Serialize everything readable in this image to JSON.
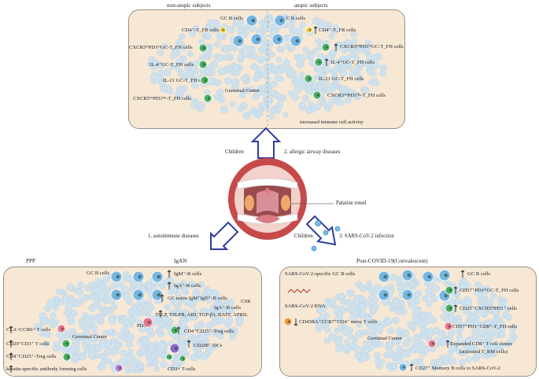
{
  "top": {
    "left_title": "non-atopic subjects",
    "right_title": "atopic subjects",
    "left_labels": [
      "GC B cells",
      "CD4⁺-T_FR cells",
      "CXCR5ʰⁱPD1ʰⁱGC-T_FH cells",
      "IL-4⁺GC-T_FH cells",
      "IL-21 GC-T_FH cells",
      "CXCR5ⁱⁿᵗPD1ⁱⁿᵗ-T_FH cells"
    ],
    "left_center": "Germinal Center",
    "right_labels": [
      "GC B cells",
      "CD4⁺-T_FR cells",
      "CXCR5ʰⁱPD1ʰⁱGC-T_FH cells",
      "IL-4⁺GC-T_FH cells",
      "IL-21 GC-T_FH cells",
      "CXCR5ⁱⁿᵗPD1ⁱⁿᵗ-T_FH cells"
    ],
    "right_footer": "increased immune cell activity"
  },
  "center": {
    "children_top": "Children",
    "allergic": "2. allergic airway diseases",
    "palatine": "Palatine tonsil",
    "autoimmune": "1. autoimmune diseases",
    "children_right": "Children",
    "sars": "3. SARS-CoV-2 infection"
  },
  "bottom_left": {
    "ppp": "PPP",
    "igan": "IgAN",
    "gc_b": "GC B cells",
    "igm": "IgM⁺-B cells",
    "iga": "IgA⁺-B cells",
    "gc_naive": "GC naive IgM⁺IgD⁺-B cells",
    "csr": "CSR",
    "cytokines": "TSLP, TSLPR, AID, TGF-β1, BAFF, APRIL",
    "igab": "IgA⁺-B cells",
    "fdc": "FDC",
    "treg": "CD4⁺CD25⁺-Treg cells",
    "cla": "CLA+CCR6+ T cells",
    "cd29": "CD29⁺CD3⁺ T cells",
    "gc": "Germinal Center",
    "cd4treg": "CD4⁺CD25⁺-Treg cells",
    "keratin": "keratin-specific antibody forming cells",
    "cd208": "CD208⁺-DCs",
    "cd3": "CD3+ T-cells"
  },
  "bottom_right": {
    "title": "Post-COVID-19(Convalescent)",
    "sars_gc": "SARS-CoV-2-specific GC B cells",
    "gc_b": "GC B cells",
    "cd57": "CD57⁺PD1ʰⁱGC-T_FH cells",
    "rna": "SARS-CoV-2 RNA",
    "cd25": "CD25⁺CXCR5ʰⁱPD1⁺ cells",
    "cd45": "CD45RA⁺CCR7⁺CD4⁺ naive T cells",
    "cd57cd8": "CD57⁺PD1⁺CD8⁺-T_FH cells",
    "gc": "Germinal Center",
    "expanded1": "Expanded CD8⁺ T cell clones",
    "expanded2": "(activated T_RM cells)",
    "cd27": "CD27⁺ Memory B cells to SARS-CoV-2"
  },
  "colors": {
    "panel_bg": "#f7e8d6",
    "small_cell": "#cfe1ec",
    "b_cell": "#76b6e0",
    "tfh_cell": "#4caf63",
    "tfr_cell": "#f2c53d",
    "arrow": "#2f3d9c"
  }
}
